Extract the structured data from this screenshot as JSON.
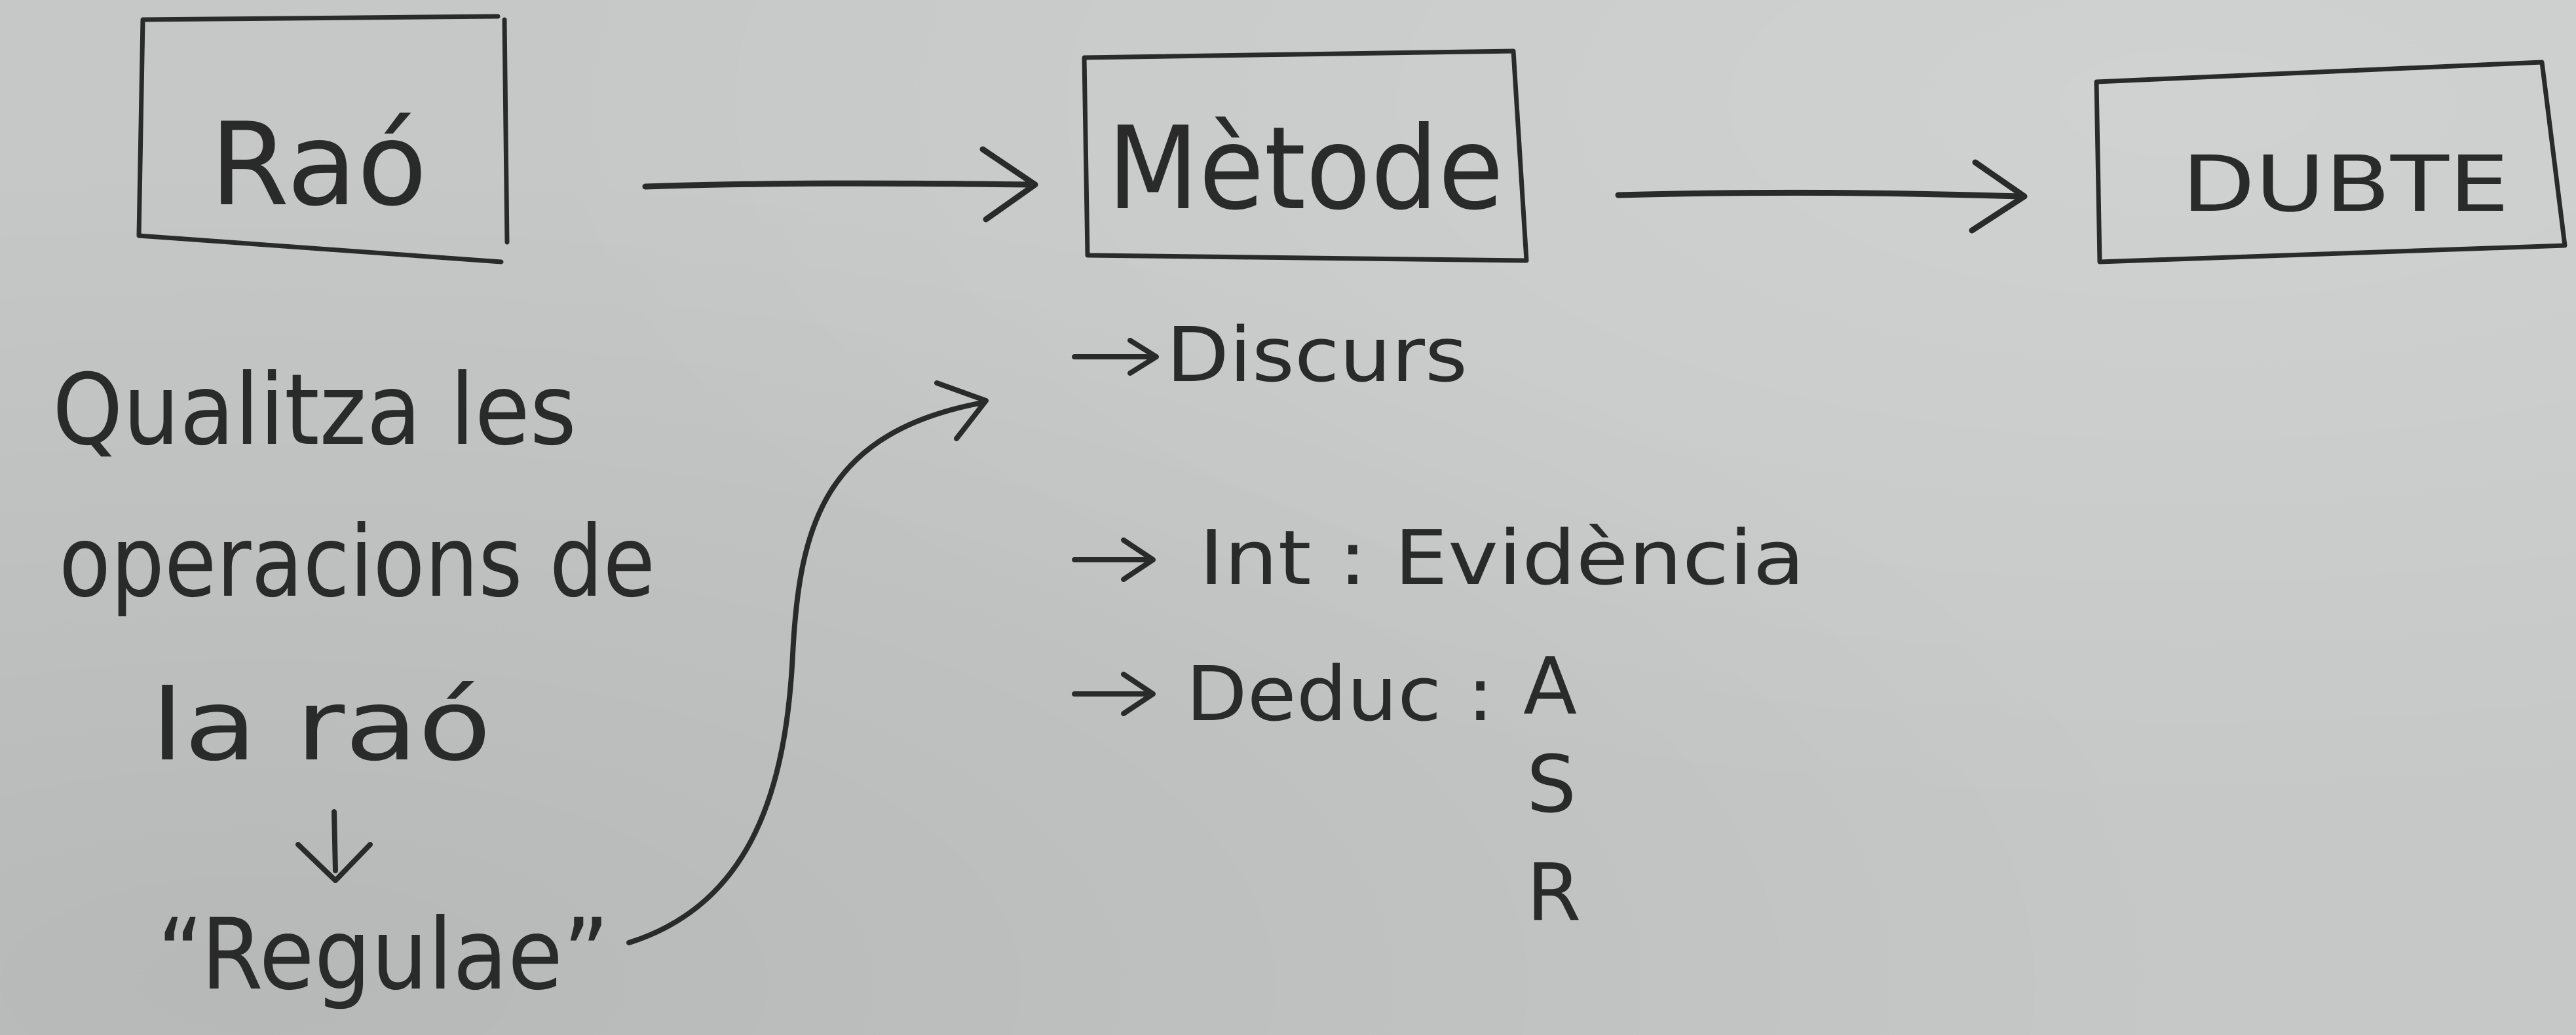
{
  "boxes": {
    "rao": "Raó",
    "metode": "Mètode",
    "dubte": "DUBTE"
  },
  "left_note": {
    "line1": "Qualitza les",
    "line2": "operacions de",
    "line3": "la raó",
    "regulae": "“Regulae”"
  },
  "method_notes": {
    "discurs": "Discurs",
    "int": "Int : Evidència",
    "deduc": "Deduc :",
    "deduc_letters": [
      "A",
      "S",
      "R"
    ]
  },
  "colors": {
    "board": "#c6c8c8",
    "ink": "#2a2a2a"
  }
}
